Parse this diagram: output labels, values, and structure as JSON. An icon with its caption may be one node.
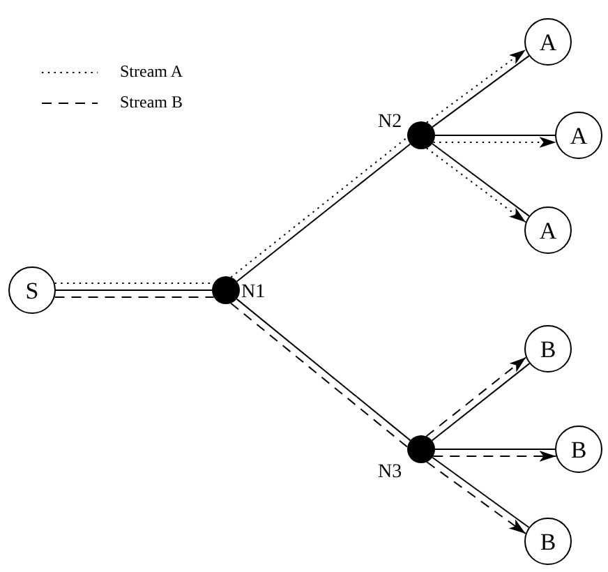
{
  "diagram": {
    "nodes": [
      {
        "text": [
          "S"
        ]
      },
      {
        "text": [],
        "shape": "circle",
        "beside": [
          "N1"
        ]
      },
      {
        "text": [],
        "shape": "circle",
        "beside": [
          "N2"
        ]
      },
      {
        "text": [],
        "shape": "circle",
        "beside": [
          "N3"
        ]
      },
      {
        "text": [
          "A"
        ]
      },
      {
        "text": [
          "A"
        ]
      },
      {
        "text": [
          "A"
        ]
      },
      {
        "text": [
          "B"
        ]
      },
      {
        "text": [
          "B"
        ]
      },
      {
        "text": [
          "B"
        ]
      }
    ],
    "edges": [
      {
        "from": 0,
        "to": 1,
        "arrow": "none"
      },
      {
        "from": 1,
        "to": 2,
        "arrow": "none"
      },
      {
        "from": 1,
        "to": 3,
        "arrow": "none"
      },
      {
        "from": 2,
        "to": 4,
        "arrow": "none"
      },
      {
        "from": 2,
        "to": 5,
        "arrow": "none"
      },
      {
        "from": 2,
        "to": 6,
        "arrow": "none"
      },
      {
        "from": 3,
        "to": 7,
        "arrow": "none"
      },
      {
        "from": 3,
        "to": 8,
        "arrow": "none"
      },
      {
        "from": 3,
        "to": 9,
        "arrow": "none"
      },
      {
        "from": 0,
        "to": 1,
        "arrow": "none",
        "style": "dashed"
      },
      {
        "from": 1,
        "to": 2,
        "arrow": "none",
        "style": "dashed"
      },
      {
        "from": 2,
        "to": 4,
        "arrow": "to",
        "style": "dashed"
      },
      {
        "from": 2,
        "to": 5,
        "arrow": "to",
        "style": "dashed"
      },
      {
        "from": 2,
        "to": 6,
        "arrow": "to",
        "style": "dashed"
      },
      {
        "from": 0,
        "to": 1,
        "arrow": "none",
        "style": "dashed"
      },
      {
        "from": 1,
        "to": 3,
        "arrow": "none",
        "style": "dashed"
      },
      {
        "from": 3,
        "to": 7,
        "arrow": "to",
        "style": "dashed"
      },
      {
        "from": 3,
        "to": 8,
        "arrow": "to",
        "style": "dashed"
      },
      {
        "from": 3,
        "to": 9,
        "arrow": "to",
        "style": "dashed"
      }
    ],
    "legend": [
      {
        "text": "Stream A"
      },
      {
        "text": "Stream B"
      }
    ]
  }
}
